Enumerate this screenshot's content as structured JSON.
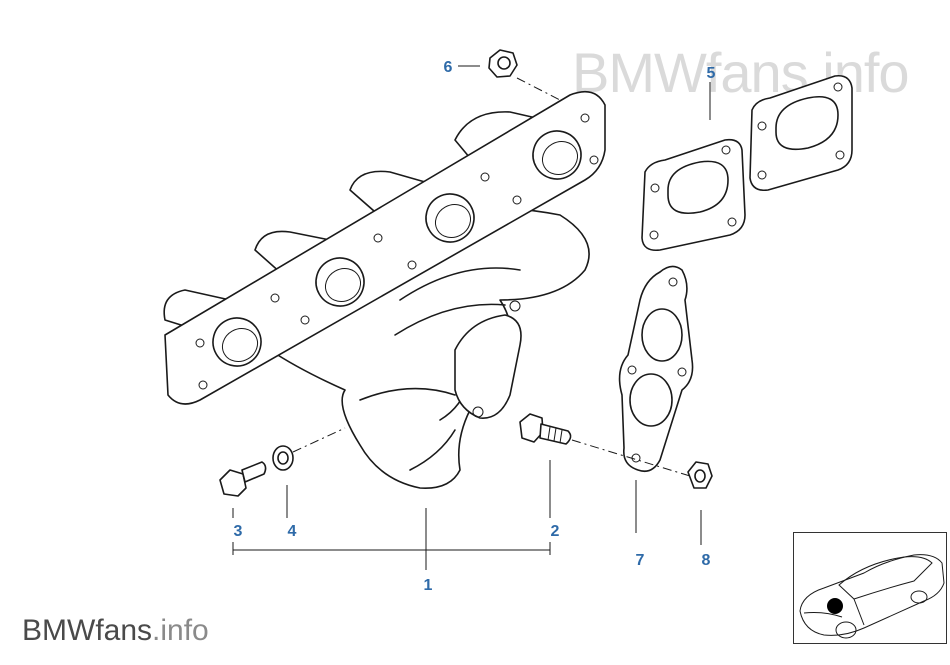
{
  "watermark": {
    "brand": "BMWfans",
    "suffix": ".info"
  },
  "callouts": [
    {
      "number": "1",
      "part": "exhaust manifold"
    },
    {
      "number": "2",
      "part": "hex bolt"
    },
    {
      "number": "3",
      "part": "hex bolt"
    },
    {
      "number": "4",
      "part": "washer"
    },
    {
      "number": "5",
      "part": "manifold gasket"
    },
    {
      "number": "6",
      "part": "hex nut"
    },
    {
      "number": "7",
      "part": "flange gasket"
    },
    {
      "number": "8",
      "part": "hex nut"
    }
  ],
  "colors": {
    "callout": "#2e6aa8",
    "line": "#1a1a1a",
    "watermark_gray": "#969696"
  },
  "thumbnail": {
    "icon": "car-location-icon"
  }
}
